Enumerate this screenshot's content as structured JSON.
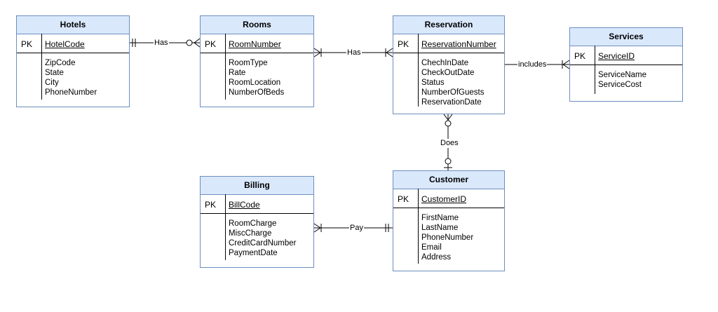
{
  "entities": {
    "hotels": {
      "title": "Hotels",
      "pk_label": "PK",
      "pk": "HotelCode",
      "attributes": [
        "ZipCode",
        "State",
        "City",
        "PhoneNumber"
      ]
    },
    "rooms": {
      "title": "Rooms",
      "pk_label": "PK",
      "pk": "RoomNumber",
      "attributes": [
        "RoomType",
        "Rate",
        "RoomLocation",
        "NumberOfBeds"
      ]
    },
    "reservation": {
      "title": "Reservation",
      "pk_label": "PK",
      "pk": "ReservationNumber",
      "attributes": [
        "ChechInDate",
        "CheckOutDate",
        "Status",
        "NumberOfGuests",
        "ReservationDate"
      ]
    },
    "services": {
      "title": "Services",
      "pk_label": "PK",
      "pk": "ServiceID",
      "attributes": [
        "ServiceName",
        "ServiceCost"
      ]
    },
    "billing": {
      "title": "Billing",
      "pk_label": "PK",
      "pk": "BillCode",
      "attributes": [
        "RoomCharge",
        "MiscCharge",
        "CreditCardNumber",
        "PaymentDate"
      ]
    },
    "customer": {
      "title": "Customer",
      "pk_label": "PK",
      "pk": "CustomerID",
      "attributes": [
        "FirstName",
        "LastName",
        "PhoneNumber",
        "Email",
        "Address"
      ]
    }
  },
  "relationships": {
    "hotels_rooms": "Has",
    "rooms_reservation": "Has",
    "reservation_services": "includes",
    "reservation_customer": "Does",
    "billing_customer": "Pay"
  },
  "colors": {
    "header_fill": "#dae8fc",
    "border": "#6c8ebf",
    "line": "#000000"
  }
}
